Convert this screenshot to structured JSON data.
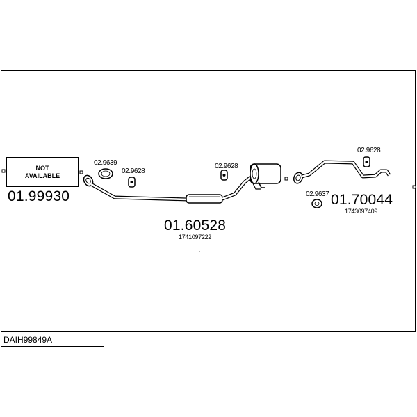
{
  "code": "DAIH99849A",
  "not_available": {
    "line1": "NOT",
    "line2": "AVAILABLE",
    "part_number": "01.99930"
  },
  "front_pipe": {
    "part_number": "01.60528",
    "oem_number": "1741097222"
  },
  "rear_pipe": {
    "part_number": "01.70044",
    "oem_number": "1743097409"
  },
  "accessories": {
    "gasket_front": "02.9639",
    "mount_front": "02.9628",
    "mount_mid": "02.9628",
    "mount_rear": "02.9628",
    "gasket_rear": "02.9637"
  }
}
